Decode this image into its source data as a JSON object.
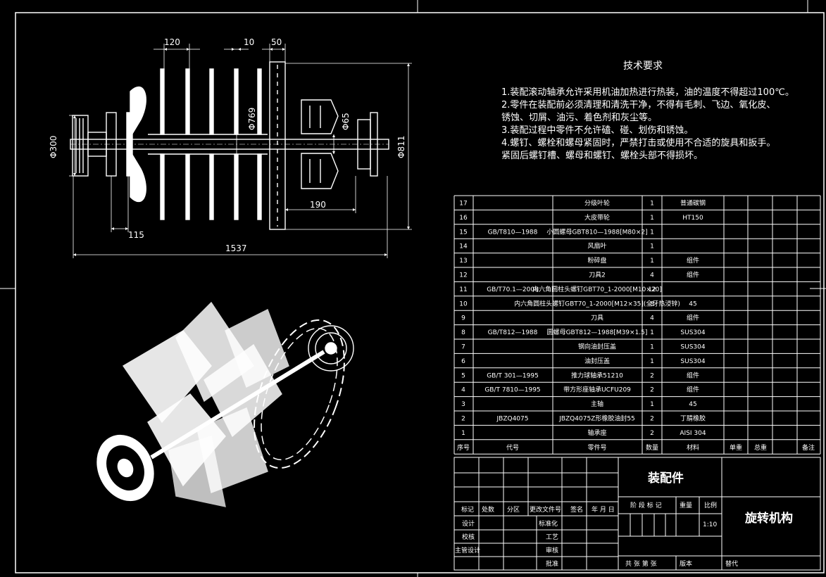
{
  "dimensions": {
    "d120": "120",
    "d10": "10",
    "d50": "50",
    "d300": "Φ300",
    "d769": "Φ769",
    "d65": "Φ65",
    "d811": "Φ811",
    "d190": "190",
    "d115": "115",
    "d1537": "1537"
  },
  "tech": {
    "title": "技术要求",
    "lines": [
      "1.装配滚动轴承允许采用机油加热进行热装，油的温度不得超过100℃。",
      "2.零件在装配前必须清理和清洗干净，不得有毛刺、飞边、氧化皮、",
      "  锈蚀、切屑、油污、着色剂和灰尘等。",
      "3.装配过程中零件不允许磕、碰、划伤和锈蚀。",
      "4.螺钉、螺栓和螺母紧固时，严禁打击或使用不合适的旋具和扳手。",
      "  紧固后螺钉槽、螺母和螺钉、螺栓头部不得损坏。"
    ]
  },
  "bom": {
    "rows": [
      {
        "no": "17",
        "code": "",
        "name": "分级叶轮",
        "qty": "1",
        "mat": "普通碳钢"
      },
      {
        "no": "16",
        "code": "",
        "name": "大皮带轮",
        "qty": "1",
        "mat": "HT150"
      },
      {
        "no": "15",
        "code": "GB/T810—1988",
        "name": "小圆螺母GBT810—1988[M80×2]",
        "qty": "1",
        "mat": ""
      },
      {
        "no": "14",
        "code": "",
        "name": "风扇叶",
        "qty": "1",
        "mat": ""
      },
      {
        "no": "13",
        "code": "",
        "name": "粉碎盘",
        "qty": "1",
        "mat": "组件"
      },
      {
        "no": "12",
        "code": "",
        "name": "刀具2",
        "qty": "4",
        "mat": "组件"
      },
      {
        "no": "11",
        "code": "GB/T70.1—2008",
        "name": "内六角圆柱头螺钉GBT70_1-2000[M10×20]",
        "qty": "12",
        "mat": ""
      },
      {
        "no": "10",
        "code": "",
        "name": "内六角圆柱头螺钉GBT70_1-2000[M12×35](全牙热浸锌)",
        "qty": "8",
        "mat": "45"
      },
      {
        "no": "9",
        "code": "",
        "name": "刀具",
        "qty": "4",
        "mat": "组件"
      },
      {
        "no": "8",
        "code": "GB/T812—1988",
        "name": "圆螺母GBT812—1988[M39×1.5]",
        "qty": "1",
        "mat": "SUS304"
      },
      {
        "no": "7",
        "code": "",
        "name": "钢向油封压盖",
        "qty": "1",
        "mat": "SUS304"
      },
      {
        "no": "6",
        "code": "",
        "name": "油封压盖",
        "qty": "1",
        "mat": "SUS304"
      },
      {
        "no": "5",
        "code": "GB/T 301—1995",
        "name": "推力球轴承51210",
        "qty": "2",
        "mat": "组件"
      },
      {
        "no": "4",
        "code": "GB/T 7810—1995",
        "name": "带方形座轴承UCFU209",
        "qty": "2",
        "mat": "组件"
      },
      {
        "no": "3",
        "code": "",
        "name": "主轴",
        "qty": "1",
        "mat": "45"
      },
      {
        "no": "2",
        "code": "JBZQ4075",
        "name": "JBZQ4075Z形橡胶油封55",
        "qty": "2",
        "mat": "丁腈橡胶"
      },
      {
        "no": "1",
        "code": "",
        "name": "轴承座",
        "qty": "2",
        "mat": "AISI 304"
      }
    ],
    "header": {
      "no": "序号",
      "code": "代号",
      "name": "零件号",
      "qty": "数量",
      "mat": "材料",
      "unit_wt": "单重",
      "total_wt": "总重",
      "remark": "备注"
    }
  },
  "title_block": {
    "assembly": "装配件",
    "name": "旋转机构",
    "revision_headers": [
      "标记",
      "处数",
      "分区",
      "更改文件号",
      "签名",
      "年 月 日"
    ],
    "stage_label": "阶 段 标 记",
    "weight_label": "重量",
    "scale_label": "比例",
    "scale_value": "1:10",
    "design": "设计",
    "check": "校核",
    "chief": "主管设计",
    "standard": "标准化",
    "process": "工艺",
    "review": "审核",
    "approve": "批准",
    "sheets": "共 张 第 张",
    "version": "版本",
    "replace": "替代"
  }
}
